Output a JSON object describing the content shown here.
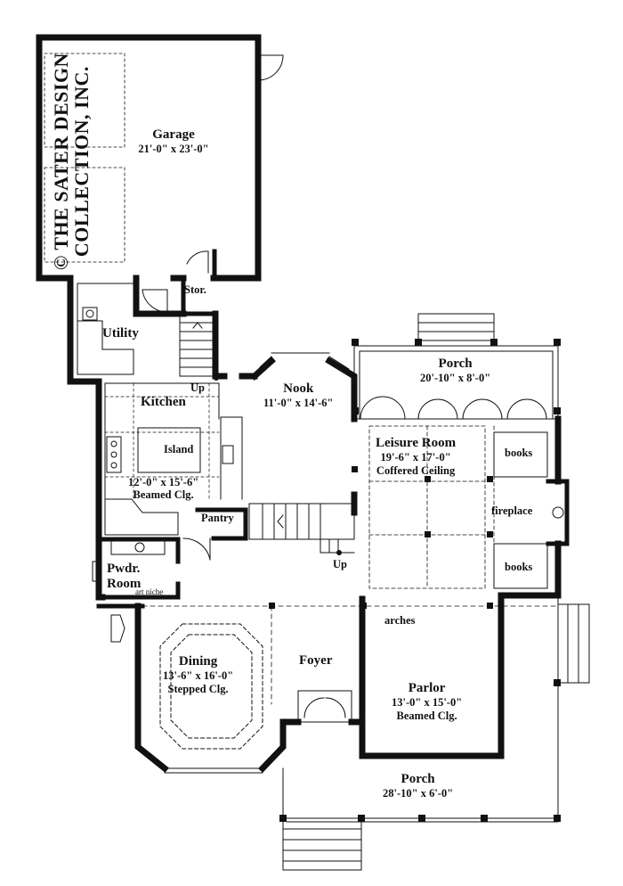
{
  "watermark": {
    "line1": "© THE SATER DESIGN",
    "line2": "COLLECTION, INC."
  },
  "rooms": {
    "garage": {
      "name": "Garage",
      "dim": "21'-0\" x 23'-0\""
    },
    "storage": {
      "name": "Stor."
    },
    "utility": {
      "name": "Utility"
    },
    "kitchen": {
      "name": "Kitchen",
      "dim": "12'-0\" x 15'-6\"",
      "note": "Beamed Clg."
    },
    "island": {
      "name": "Island"
    },
    "nook": {
      "name": "Nook",
      "dim": "11'-0\" x 14'-6\""
    },
    "porch_rear": {
      "name": "Porch",
      "dim": "20'-10\" x 8'-0\""
    },
    "leisure": {
      "name": "Leisure Room",
      "dim": "19'-6\" x 17'-0\"",
      "note": "Coffered Ceiling"
    },
    "pantry": {
      "name": "Pantry"
    },
    "powder": {
      "name": "Pwdr.",
      "name2": "Room"
    },
    "dining": {
      "name": "Dining",
      "dim": "13'-6\" x 16'-0\"",
      "note": "Stepped Clg."
    },
    "foyer": {
      "name": "Foyer"
    },
    "parlor": {
      "name": "Parlor",
      "dim": "13'-0\" x 15'-0\"",
      "note": "Beamed Clg."
    },
    "porch_front": {
      "name": "Porch",
      "dim": "28'-10\" x 6'-0\""
    }
  },
  "labels": {
    "books_top": "books",
    "fireplace": "fireplace",
    "books_bottom": "books",
    "up_kitchen": "Up",
    "up_stair": "Up",
    "arches": "arches",
    "art_niche": "art niche"
  }
}
